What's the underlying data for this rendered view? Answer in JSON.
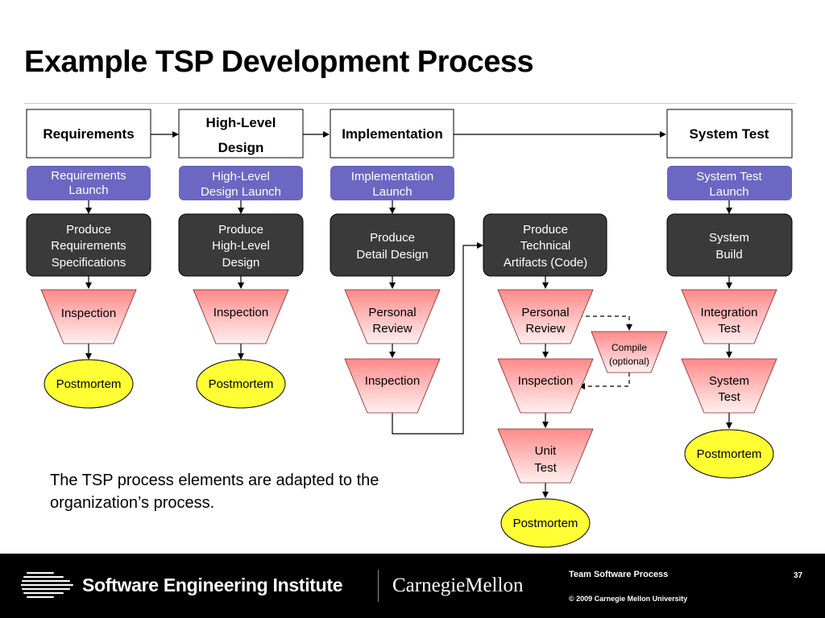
{
  "title": "Example TSP Development Process",
  "note": "The TSP process elements are adapted to the organization’s process.",
  "phases": {
    "requirements": "Requirements",
    "high_level_design": [
      "High-Level",
      "Design"
    ],
    "implementation": "Implementation",
    "system_test": "System Test"
  },
  "launches": {
    "requirements": [
      "Requirements",
      "Launch"
    ],
    "high_level_design": [
      "High-Level",
      "Design Launch"
    ],
    "implementation": [
      "Implementation",
      "Launch"
    ],
    "system_test": [
      "System Test",
      "Launch"
    ]
  },
  "processes": {
    "requirements": [
      "Produce",
      "Requirements",
      "Specifications"
    ],
    "high_level_design": [
      "Produce",
      "High-Level",
      "Design"
    ],
    "detail_design": [
      "Produce",
      "Detail Design"
    ],
    "technical_artifacts": [
      "Produce",
      "Technical",
      "Artifacts (Code)"
    ],
    "system_build": [
      "System",
      "Build"
    ]
  },
  "reviews": {
    "requirements_inspection": "Inspection",
    "hld_inspection": "Inspection",
    "design_personal_review": [
      "Personal",
      "Review"
    ],
    "design_inspection": "Inspection",
    "code_personal_review": [
      "Personal",
      "Review"
    ],
    "code_inspection": "Inspection",
    "unit_test": [
      "Unit",
      "Test"
    ],
    "compile": [
      "Compile",
      "(optional)"
    ],
    "integration_test": [
      "Integration",
      "Test"
    ],
    "system_test": [
      "System",
      "Test"
    ]
  },
  "postmortem": "Postmortem",
  "colors": {
    "launch": "#6b67c2",
    "process": "#3a3a3a",
    "review_top": "#ff8a8a",
    "review_bottom": "#fff0f0",
    "postmortem": "#ffff33"
  },
  "footer": {
    "institute": "Software Engineering Institute",
    "university": "CarnegieMellon",
    "course": "Team Software Process",
    "copyright": "© 2009 Carnegie Mellon University",
    "page": "37"
  }
}
